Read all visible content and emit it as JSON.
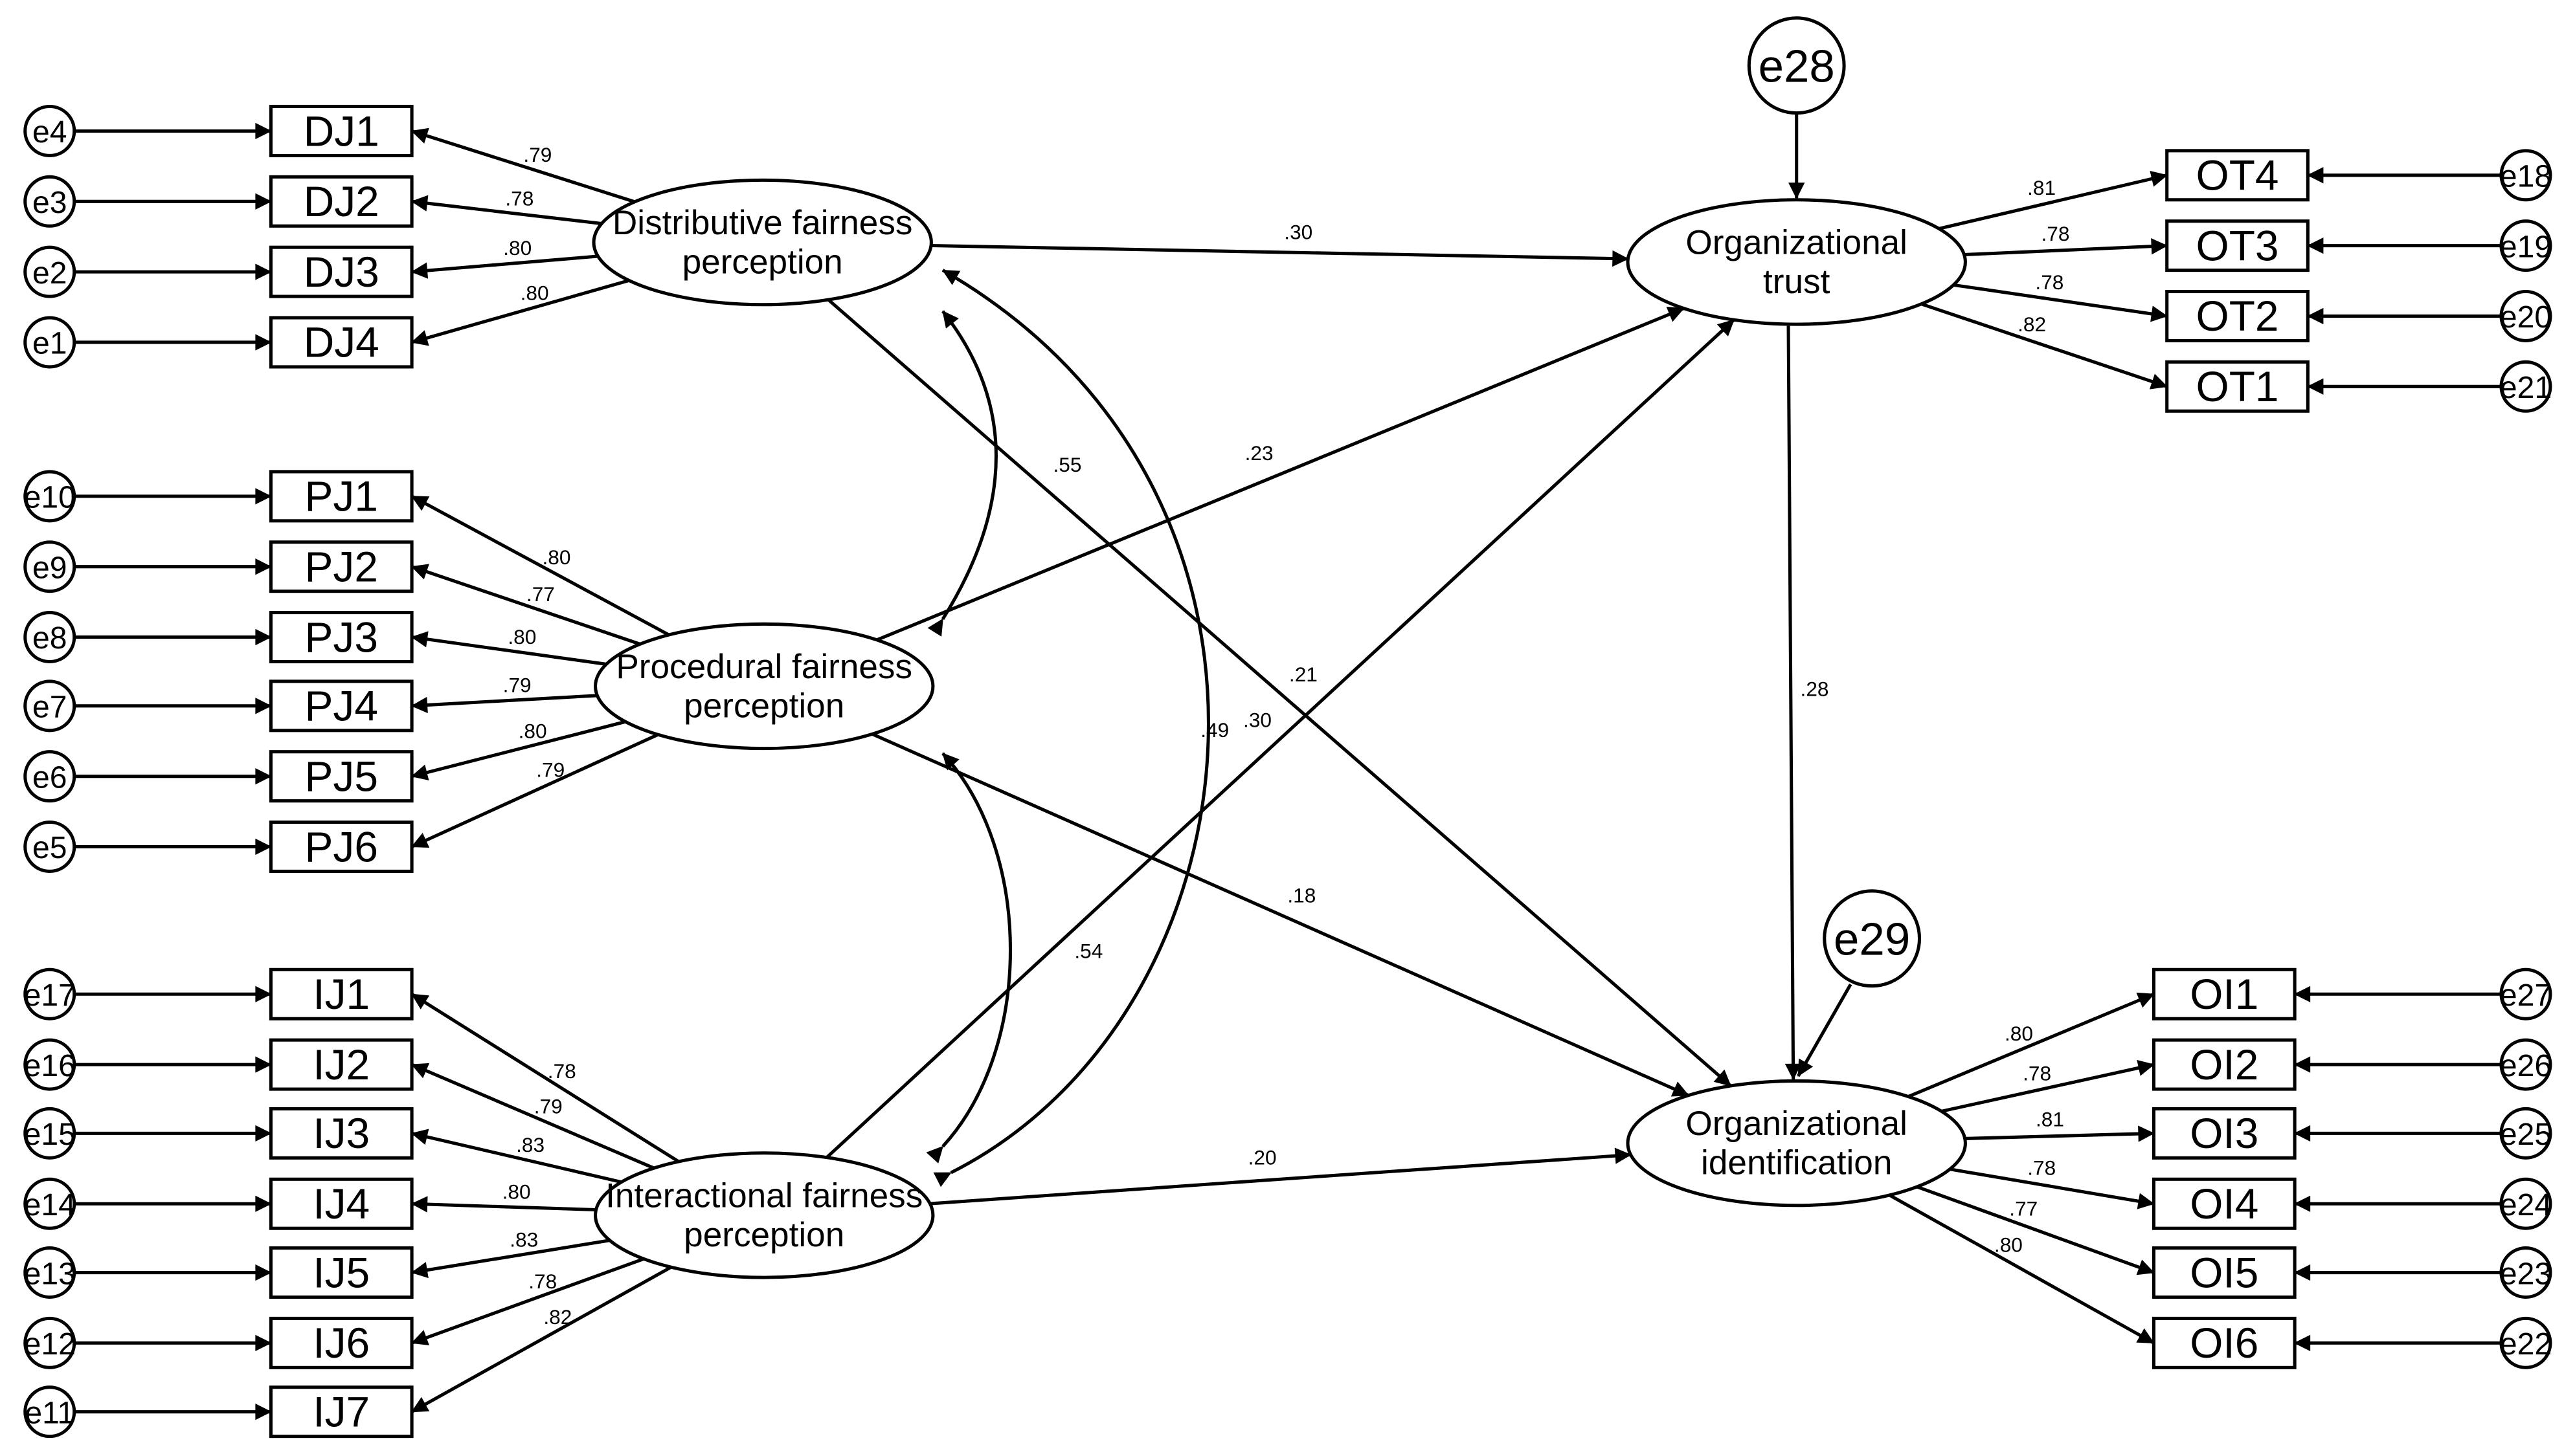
{
  "colors": {
    "ink": "#000000",
    "background": "#ffffff"
  },
  "latents": {
    "dfp": {
      "lines": [
        "Distributive fairness",
        "perception"
      ]
    },
    "pfp": {
      "lines": [
        "Procedural fairness",
        "perception"
      ]
    },
    "ifp": {
      "lines": [
        "Interactional fairness",
        "perception"
      ]
    },
    "ot": {
      "lines": [
        "Organizational",
        "trust"
      ]
    },
    "oi": {
      "lines": [
        "Organizational",
        "identification"
      ]
    }
  },
  "indicators": {
    "dfp": [
      {
        "label": "DJ1",
        "error": "e4",
        "loading": ".79"
      },
      {
        "label": "DJ2",
        "error": "e3",
        "loading": ".78"
      },
      {
        "label": "DJ3",
        "error": "e2",
        "loading": ".80"
      },
      {
        "label": "DJ4",
        "error": "e1",
        "loading": ".80"
      }
    ],
    "pfp": [
      {
        "label": "PJ1",
        "error": "e10",
        "loading": ".80"
      },
      {
        "label": "PJ2",
        "error": "e9",
        "loading": ".77"
      },
      {
        "label": "PJ3",
        "error": "e8",
        "loading": ".80"
      },
      {
        "label": "PJ4",
        "error": "e7",
        "loading": ".79"
      },
      {
        "label": "PJ5",
        "error": "e6",
        "loading": ".80"
      },
      {
        "label": "PJ6",
        "error": "e5",
        "loading": ".79"
      }
    ],
    "ifp": [
      {
        "label": "IJ1",
        "error": "e17",
        "loading": ".78"
      },
      {
        "label": "IJ2",
        "error": "e16",
        "loading": ".79"
      },
      {
        "label": "IJ3",
        "error": "e15",
        "loading": ".83"
      },
      {
        "label": "IJ4",
        "error": "e14",
        "loading": ".80"
      },
      {
        "label": "IJ5",
        "error": "e13",
        "loading": ".83"
      },
      {
        "label": "IJ6",
        "error": "e12",
        "loading": ".78"
      },
      {
        "label": "IJ7",
        "error": "e11",
        "loading": ".82"
      }
    ],
    "ot": [
      {
        "label": "OT4",
        "error": "e18",
        "loading": ".81"
      },
      {
        "label": "OT3",
        "error": "e19",
        "loading": ".78"
      },
      {
        "label": "OT2",
        "error": "e20",
        "loading": ".78"
      },
      {
        "label": "OT1",
        "error": "e21",
        "loading": ".82"
      }
    ],
    "oi": [
      {
        "label": "OI1",
        "error": "e27",
        "loading": ".80"
      },
      {
        "label": "OI2",
        "error": "e26",
        "loading": ".78"
      },
      {
        "label": "OI3",
        "error": "e25",
        "loading": ".81"
      },
      {
        "label": "OI4",
        "error": "e24",
        "loading": ".78"
      },
      {
        "label": "OI5",
        "error": "e23",
        "loading": ".77"
      },
      {
        "label": "OI6",
        "error": "e22",
        "loading": ".80"
      }
    ]
  },
  "disturbances": {
    "ot": "e28",
    "oi": "e29"
  },
  "paths": {
    "dfp_ot": ".30",
    "pfp_ot": ".23",
    "ifp_ot": ".30",
    "dfp_oi": ".21",
    "pfp_oi": ".18",
    "ifp_oi": ".20",
    "ot_oi": ".28"
  },
  "correlations": {
    "dfp_pfp": ".55",
    "pfp_ifp": ".54",
    "dfp_ifp": ".49"
  }
}
